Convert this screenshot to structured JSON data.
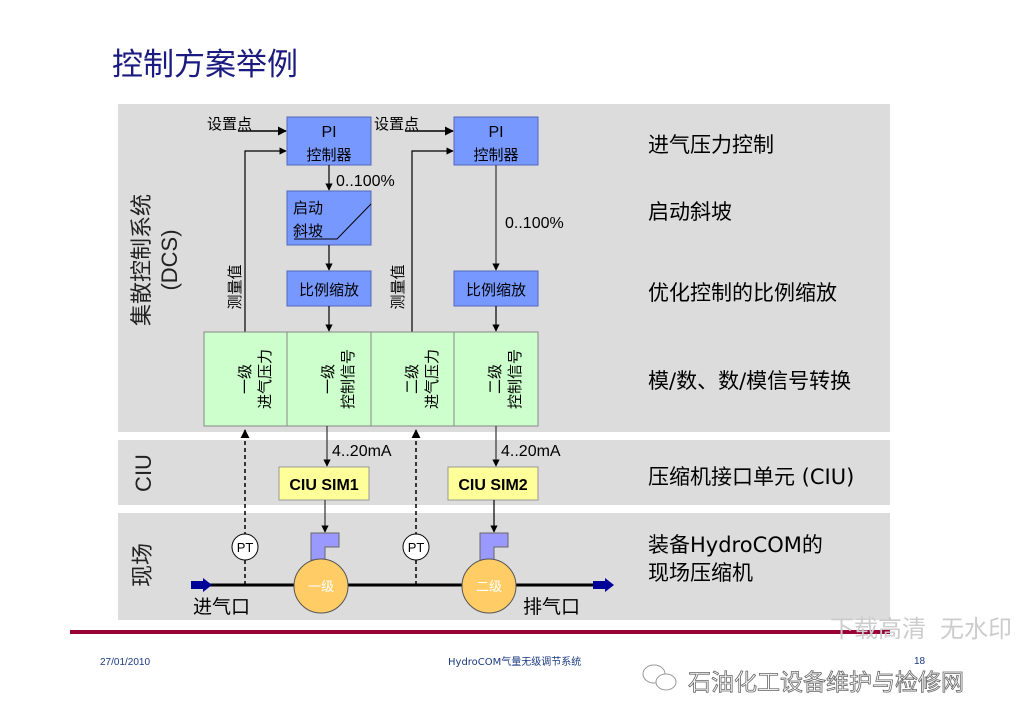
{
  "title": "控制方案举例",
  "colors": {
    "title": "#1a1a80",
    "band": "#dcdcdc",
    "blue_box": "#7799ff",
    "green_box": "#ccffcc",
    "yellow_box": "#ffff99",
    "compressor": "#ffcc66",
    "actuator": "#9999ff",
    "pipe_arrow": "#000099",
    "footer_rule": "#990033"
  },
  "bands": {
    "dcs": "集散控制系统",
    "dcs_abbr": "(DCS)",
    "ciu": "CIU",
    "field": "现场"
  },
  "stage1": {
    "setpoint": "设置点",
    "pi_line1": "PI",
    "pi_line2": "控制器",
    "output": "0..100%",
    "ramp_line1": "启动",
    "ramp_line2": "斜坡",
    "scaling": "比例缩放",
    "measured": "测量值",
    "io_pressure_line1": "一级",
    "io_pressure_line2": "进气压力",
    "io_signal_line1": "一级",
    "io_signal_line2": "控制信号",
    "current": "4..20mA",
    "ciu": "CIU SIM1",
    "pt": "PT",
    "compressor": "一级"
  },
  "stage2": {
    "setpoint": "设置点",
    "pi_line1": "PI",
    "pi_line2": "控制器",
    "output": "0..100%",
    "scaling": "比例缩放",
    "measured": "测量值",
    "io_pressure_line1": "二级",
    "io_pressure_line2": "进气压力",
    "io_signal_line1": "二级",
    "io_signal_line2": "控制信号",
    "current": "4..20mA",
    "ciu": "CIU SIM2",
    "pt": "PT",
    "compressor": "二级"
  },
  "pipe": {
    "inlet": "进气口",
    "outlet": "排气口"
  },
  "legend": [
    "进气压力控制",
    "启动斜坡",
    "优化控制的比例缩放",
    "模/数、数/模信号转换",
    "压缩机接口单元 (CIU)",
    "装备HydroCOM的",
    "现场压缩机"
  ],
  "footer": {
    "date": "27/01/2010",
    "center": "HydroCOM气量无级调节系统",
    "page": "18"
  },
  "watermark": {
    "source": "石油化工设备维护与检修网",
    "overlay_line1": "下载高清",
    "overlay_line2": "无水印"
  }
}
